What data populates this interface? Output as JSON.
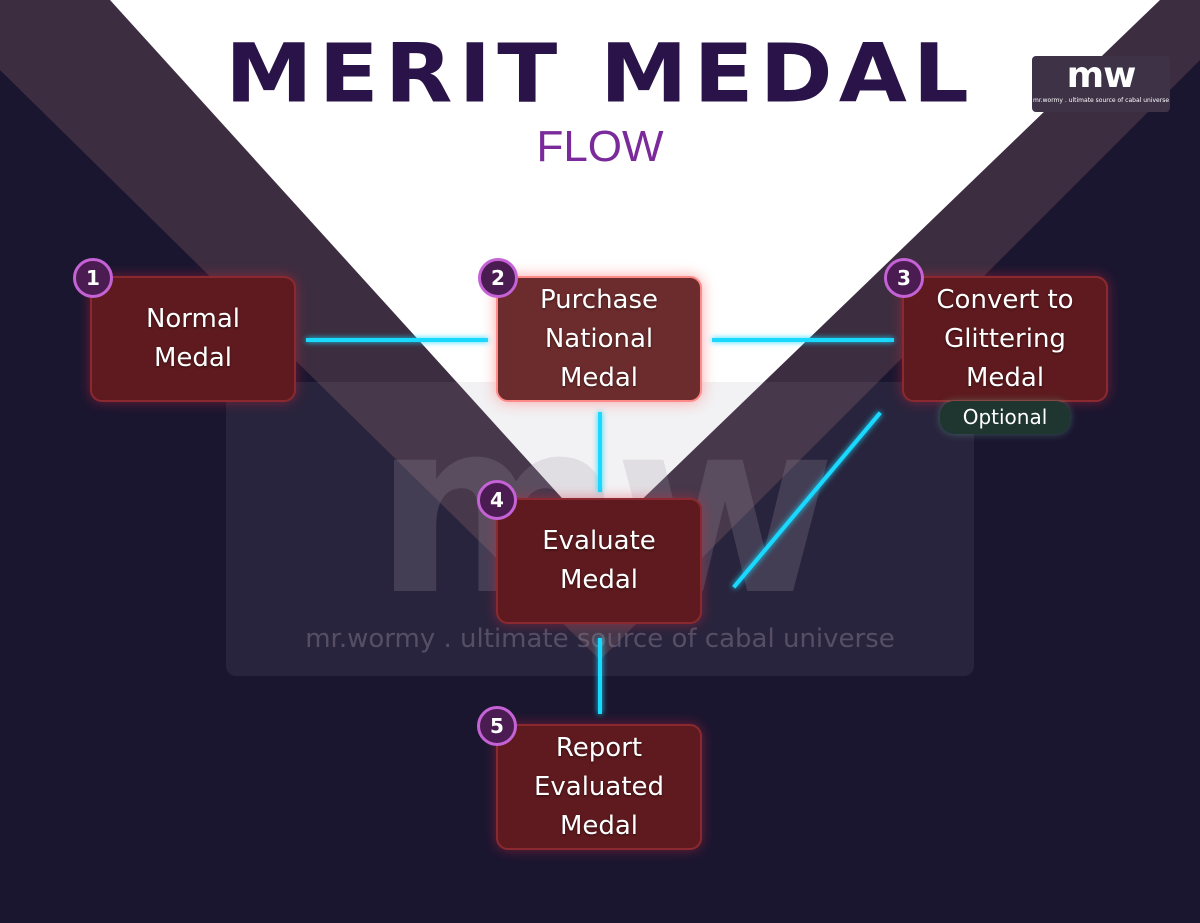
{
  "title": "MERIT MEDAL",
  "subtitle": "FLOW",
  "logo": {
    "mark": "mw",
    "tagline": "mr.wormy . ultimate source of cabal universe"
  },
  "watermark": {
    "mark": "mw",
    "tagline": "mr.wormy . ultimate source of cabal universe"
  },
  "steps": [
    {
      "number": "1",
      "label": "Normal\nMedal"
    },
    {
      "number": "2",
      "label": "Purchase\nNational\nMedal"
    },
    {
      "number": "3",
      "label": "Convert to\nGlittering\nMedal"
    },
    {
      "number": "4",
      "label": "Evaluate\nMedal"
    },
    {
      "number": "5",
      "label": "Report\nEvaluated\nMedal"
    }
  ],
  "optional_badge": "Optional",
  "colors": {
    "background": "#1b1630",
    "step_box": "#5e1a1e",
    "step_glow": "#dc283c",
    "connector": "#19d9ff",
    "number_ring": "#c462d6",
    "title": "#2a1348",
    "subtitle": "#7a2a9a"
  }
}
